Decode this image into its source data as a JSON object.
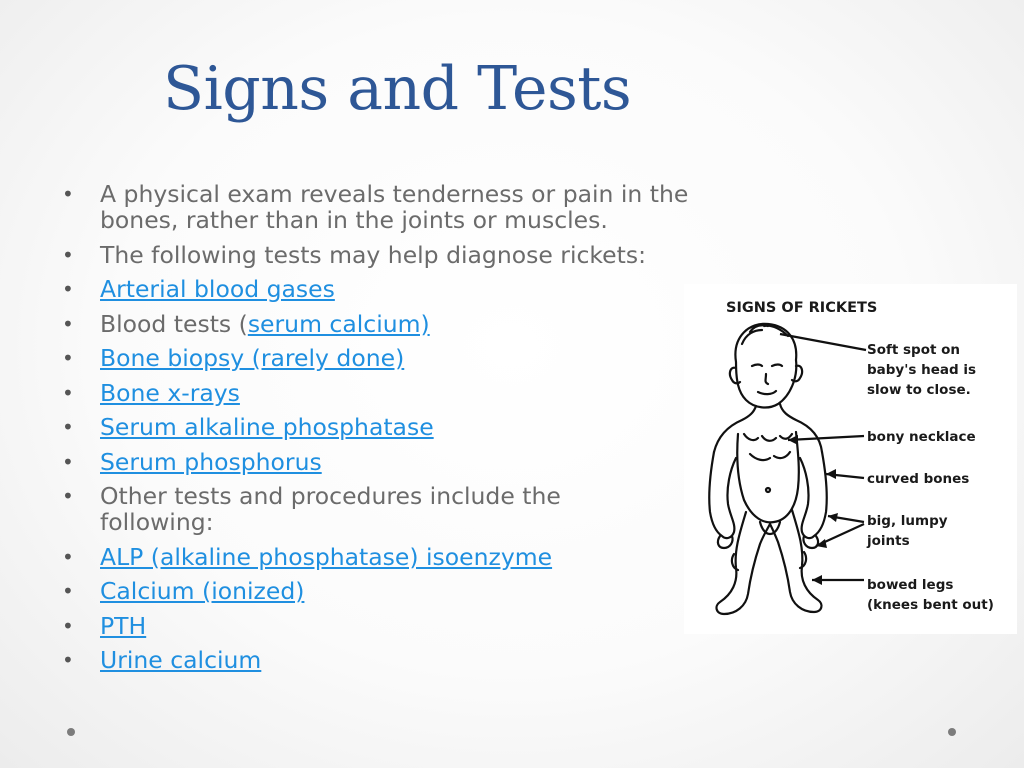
{
  "slide": {
    "title": "Signs and Tests",
    "bullets": [
      {
        "kind": "text",
        "text": "A physical exam reveals tenderness or pain in the bones, rather than in the joints or muscles."
      },
      {
        "kind": "text",
        "text": "The following tests may help diagnose rickets:"
      },
      {
        "kind": "link",
        "text": "Arterial blood gases"
      },
      {
        "kind": "mixed",
        "prefix": "Blood tests (",
        "link": "serum calcium)"
      },
      {
        "kind": "link",
        "text": "Bone biopsy (rarely done)"
      },
      {
        "kind": "link",
        "text": "Bone x-rays"
      },
      {
        "kind": "link",
        "text": "Serum alkaline phosphatase"
      },
      {
        "kind": "link",
        "text": "Serum phosphorus"
      },
      {
        "kind": "text",
        "text": "Other tests and procedures include the following:"
      },
      {
        "kind": "link",
        "text": "ALP (alkaline phosphatase) isoenzyme"
      },
      {
        "kind": "link",
        "text": "Calcium (ionized)"
      },
      {
        "kind": "link",
        "text": "PTH"
      },
      {
        "kind": "link",
        "text": "Urine calcium"
      }
    ],
    "bullet_glyph": "•"
  },
  "figure": {
    "heading": "SIGNS OF RICKETS",
    "labels": [
      {
        "line1": "Soft spot on",
        "line2": "baby's head is",
        "line3": "slow to close."
      },
      {
        "line1": "bony necklace"
      },
      {
        "line1": "curved bones"
      },
      {
        "line1": "big, lumpy",
        "line2": "joints"
      },
      {
        "line1": "bowed legs",
        "line2": "(knees bent out)"
      }
    ]
  },
  "colors": {
    "title": "#2e5796",
    "link": "#1f8fe0",
    "body_text": "#6b6b6b"
  }
}
